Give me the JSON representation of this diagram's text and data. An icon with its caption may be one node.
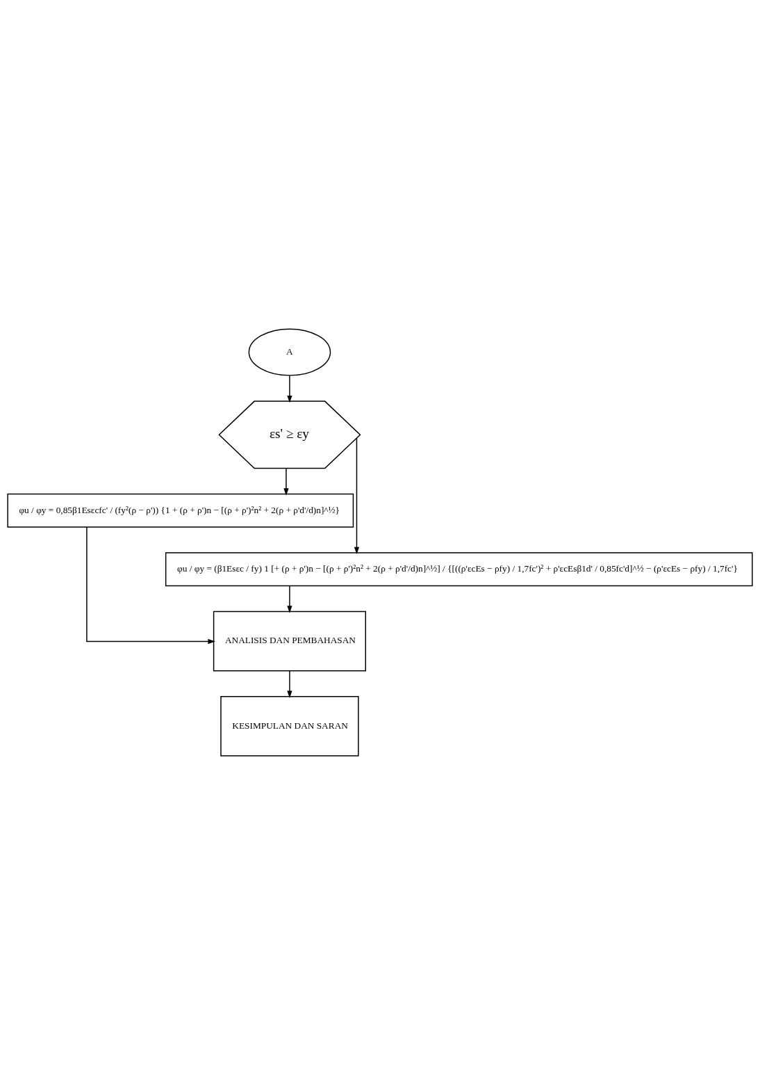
{
  "diagram": {
    "nodes": [
      {
        "text": [
          "A"
        ]
      },
      {
        "text": [
          "εs' ≥ εy"
        ]
      },
      {
        "text": [
          "φu / φy = 0,85β1Esεcfc' / (fy²(ρ − ρ')) {1 + (ρ + ρ')n − [(ρ + ρ')²n² + 2(ρ + ρ'd'/d)n]^½}"
        ]
      },
      {
        "text": [
          "φu / φy = (β1Esεc / fy) 1 [+ (ρ + ρ')n − [(ρ + ρ')²n² + 2(ρ + ρ'd'/d)n]^½] / {[((ρ'εcEs − ρfy) / 1,7fc')² + ρ'εcEsβ1d' / 0,85fc'd]^½ − (ρ'εcEs − ρfy) / 1,7fc'}"
        ]
      },
      {
        "text": [
          "ANALISIS DAN PEMBAHASAN"
        ]
      },
      {
        "text": [
          "KESIMPULAN DAN SARAN"
        ]
      }
    ],
    "edges": [
      {
        "from": 0,
        "to": 1,
        "arrow": "to"
      },
      {
        "from": 1,
        "to": 2,
        "arrow": "to"
      },
      {
        "from": 1,
        "to": 3,
        "arrow": "to"
      },
      {
        "from": 2,
        "to": 4,
        "arrow": "to"
      },
      {
        "from": 3,
        "to": 4,
        "arrow": "to"
      },
      {
        "from": 4,
        "to": 5,
        "arrow": "to"
      }
    ]
  }
}
